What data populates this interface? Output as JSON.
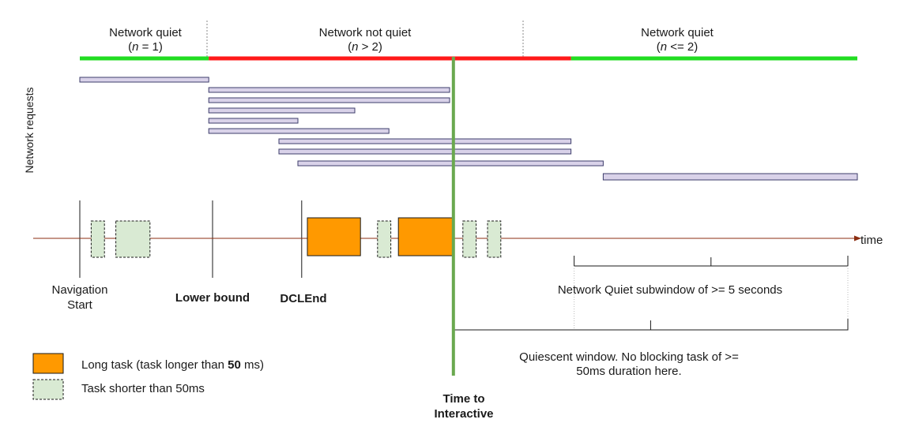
{
  "phases": [
    {
      "title": "Network quiet",
      "cond_var": "n",
      "cond_rest": " = 1",
      "start": 0,
      "end": 0.68,
      "color": "#22dd22"
    },
    {
      "title": "Network not quiet",
      "cond_var": "n",
      "cond_rest": " > 2",
      "start": 0.68,
      "end": 2.59,
      "color": "#ff1a1a"
    },
    {
      "title": "Network quiet",
      "cond_var": "n",
      "cond_rest": " <= 2",
      "start": 2.59,
      "end": 4.1,
      "color": "#22dd22"
    }
  ],
  "requests_label": "Network requests",
  "requests": [
    {
      "start": 0,
      "end": 0.68
    },
    {
      "start": 0.68,
      "end": 1.95
    },
    {
      "start": 0.68,
      "end": 1.95
    },
    {
      "start": 0.68,
      "end": 1.45
    },
    {
      "start": 0.68,
      "end": 1.15
    },
    {
      "start": 0.68,
      "end": 1.63
    },
    {
      "start": 1.05,
      "end": 2.59
    },
    {
      "start": 1.05,
      "end": 2.59
    },
    {
      "start": 1.15,
      "end": 2.76
    },
    {
      "start": 2.76,
      "end": 4.1
    }
  ],
  "axis_label": "time",
  "markers": [
    {
      "time": 0,
      "label_lines": [
        "Navigation",
        "Start"
      ],
      "bold": false
    },
    {
      "time": 0.7,
      "label_lines": [
        "Lower bound"
      ],
      "bold": true
    },
    {
      "time": 1.17,
      "label_lines": [
        "DCLEnd"
      ],
      "bold": true
    }
  ],
  "long_tasks": [
    {
      "start": 1.2,
      "end": 1.48
    },
    {
      "start": 1.68,
      "end": 1.97
    }
  ],
  "short_tasks": [
    {
      "start": 0.06,
      "end": 0.13
    },
    {
      "start": 0.19,
      "end": 0.37
    },
    {
      "start": 1.57,
      "end": 1.64
    },
    {
      "start": 2.02,
      "end": 2.09
    },
    {
      "start": 2.15,
      "end": 2.22
    }
  ],
  "tti": {
    "time": 1.97,
    "label_lines": [
      "Time to",
      "Interactive"
    ],
    "color": "#6aa84f"
  },
  "network_quiet_window": {
    "start": 2.59,
    "end": 4.05,
    "label": "Network Quiet subwindow of >= 5 seconds"
  },
  "quiescent_window": {
    "start": 1.97,
    "end": 4.05,
    "label_lines": [
      "Quiescent window. No blocking task of >=",
      "50ms duration here."
    ]
  },
  "legend": {
    "long_prefix": "Long task (task longer than ",
    "long_bold": "50",
    "long_suffix": " ms)",
    "short": "Task shorter than 50ms"
  },
  "colors": {
    "long_task": "#ff9900",
    "short_task": "#d9ead3",
    "request_fill": "#d9d2e9",
    "request_stroke": "#3d3d6b",
    "axis": "#8b2d10"
  }
}
